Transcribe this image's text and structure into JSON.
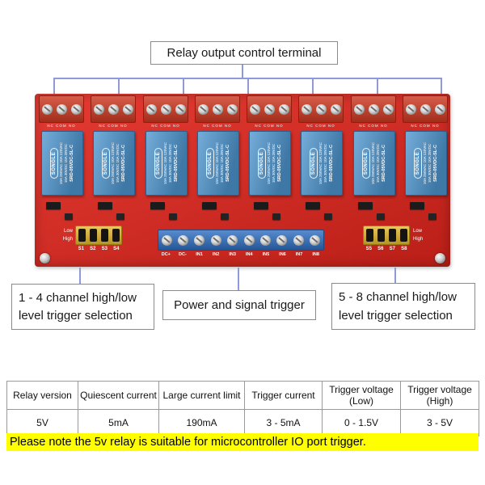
{
  "callouts": {
    "top": {
      "label": "Relay output control terminal"
    },
    "left": {
      "line1": "1 - 4 channel high/low",
      "line2": "level trigger selection"
    },
    "middle": {
      "label": "Power and signal trigger"
    },
    "right": {
      "line1": "5 - 8 channel high/low",
      "line2": "level trigger selection"
    }
  },
  "board": {
    "relay": {
      "brand": "SONGLE",
      "model": "SRD-05VDC-SL-C",
      "spec_line1": "10A 250VAC 10A 125VAC",
      "spec_line2": "10A 30VDC 10A 28VDC"
    },
    "terminal_pin_labels": "NC COM NO",
    "input_labels": [
      "DC+",
      "DC-",
      "IN1",
      "IN2",
      "IN3",
      "IN4",
      "IN5",
      "IN6",
      "IN7",
      "IN8"
    ],
    "jumper_left_labels": [
      "S1",
      "S2",
      "S3",
      "S4"
    ],
    "jumper_right_labels": [
      "S5",
      "S6",
      "S7",
      "S8"
    ],
    "jumper_side_labels": [
      "Low",
      "High"
    ]
  },
  "spec_table": {
    "columns": [
      {
        "header": "Relay version",
        "value": "5V"
      },
      {
        "header": "Quiescent current",
        "value": "5mA"
      },
      {
        "header": "Large current limit",
        "value": "190mA"
      },
      {
        "header": "Trigger current",
        "value": "3 - 5mA"
      },
      {
        "header": "Trigger voltage (Low)",
        "value": "0 - 1.5V"
      },
      {
        "header": "Trigger voltage (High)",
        "value": "3 - 5V"
      }
    ]
  },
  "note": {
    "text": "Please note the 5v relay is suitable for microcontroller IO port trigger."
  },
  "colors": {
    "board_red": "#e2251c",
    "relay_blue": "#4e96cf",
    "terminal_red": "#cf3a22",
    "input_blue": "#2f6fc2",
    "jumper_yellow": "#e0b52a",
    "note_yellow": "#ffff00",
    "callout_line": "#8e9ad9"
  }
}
